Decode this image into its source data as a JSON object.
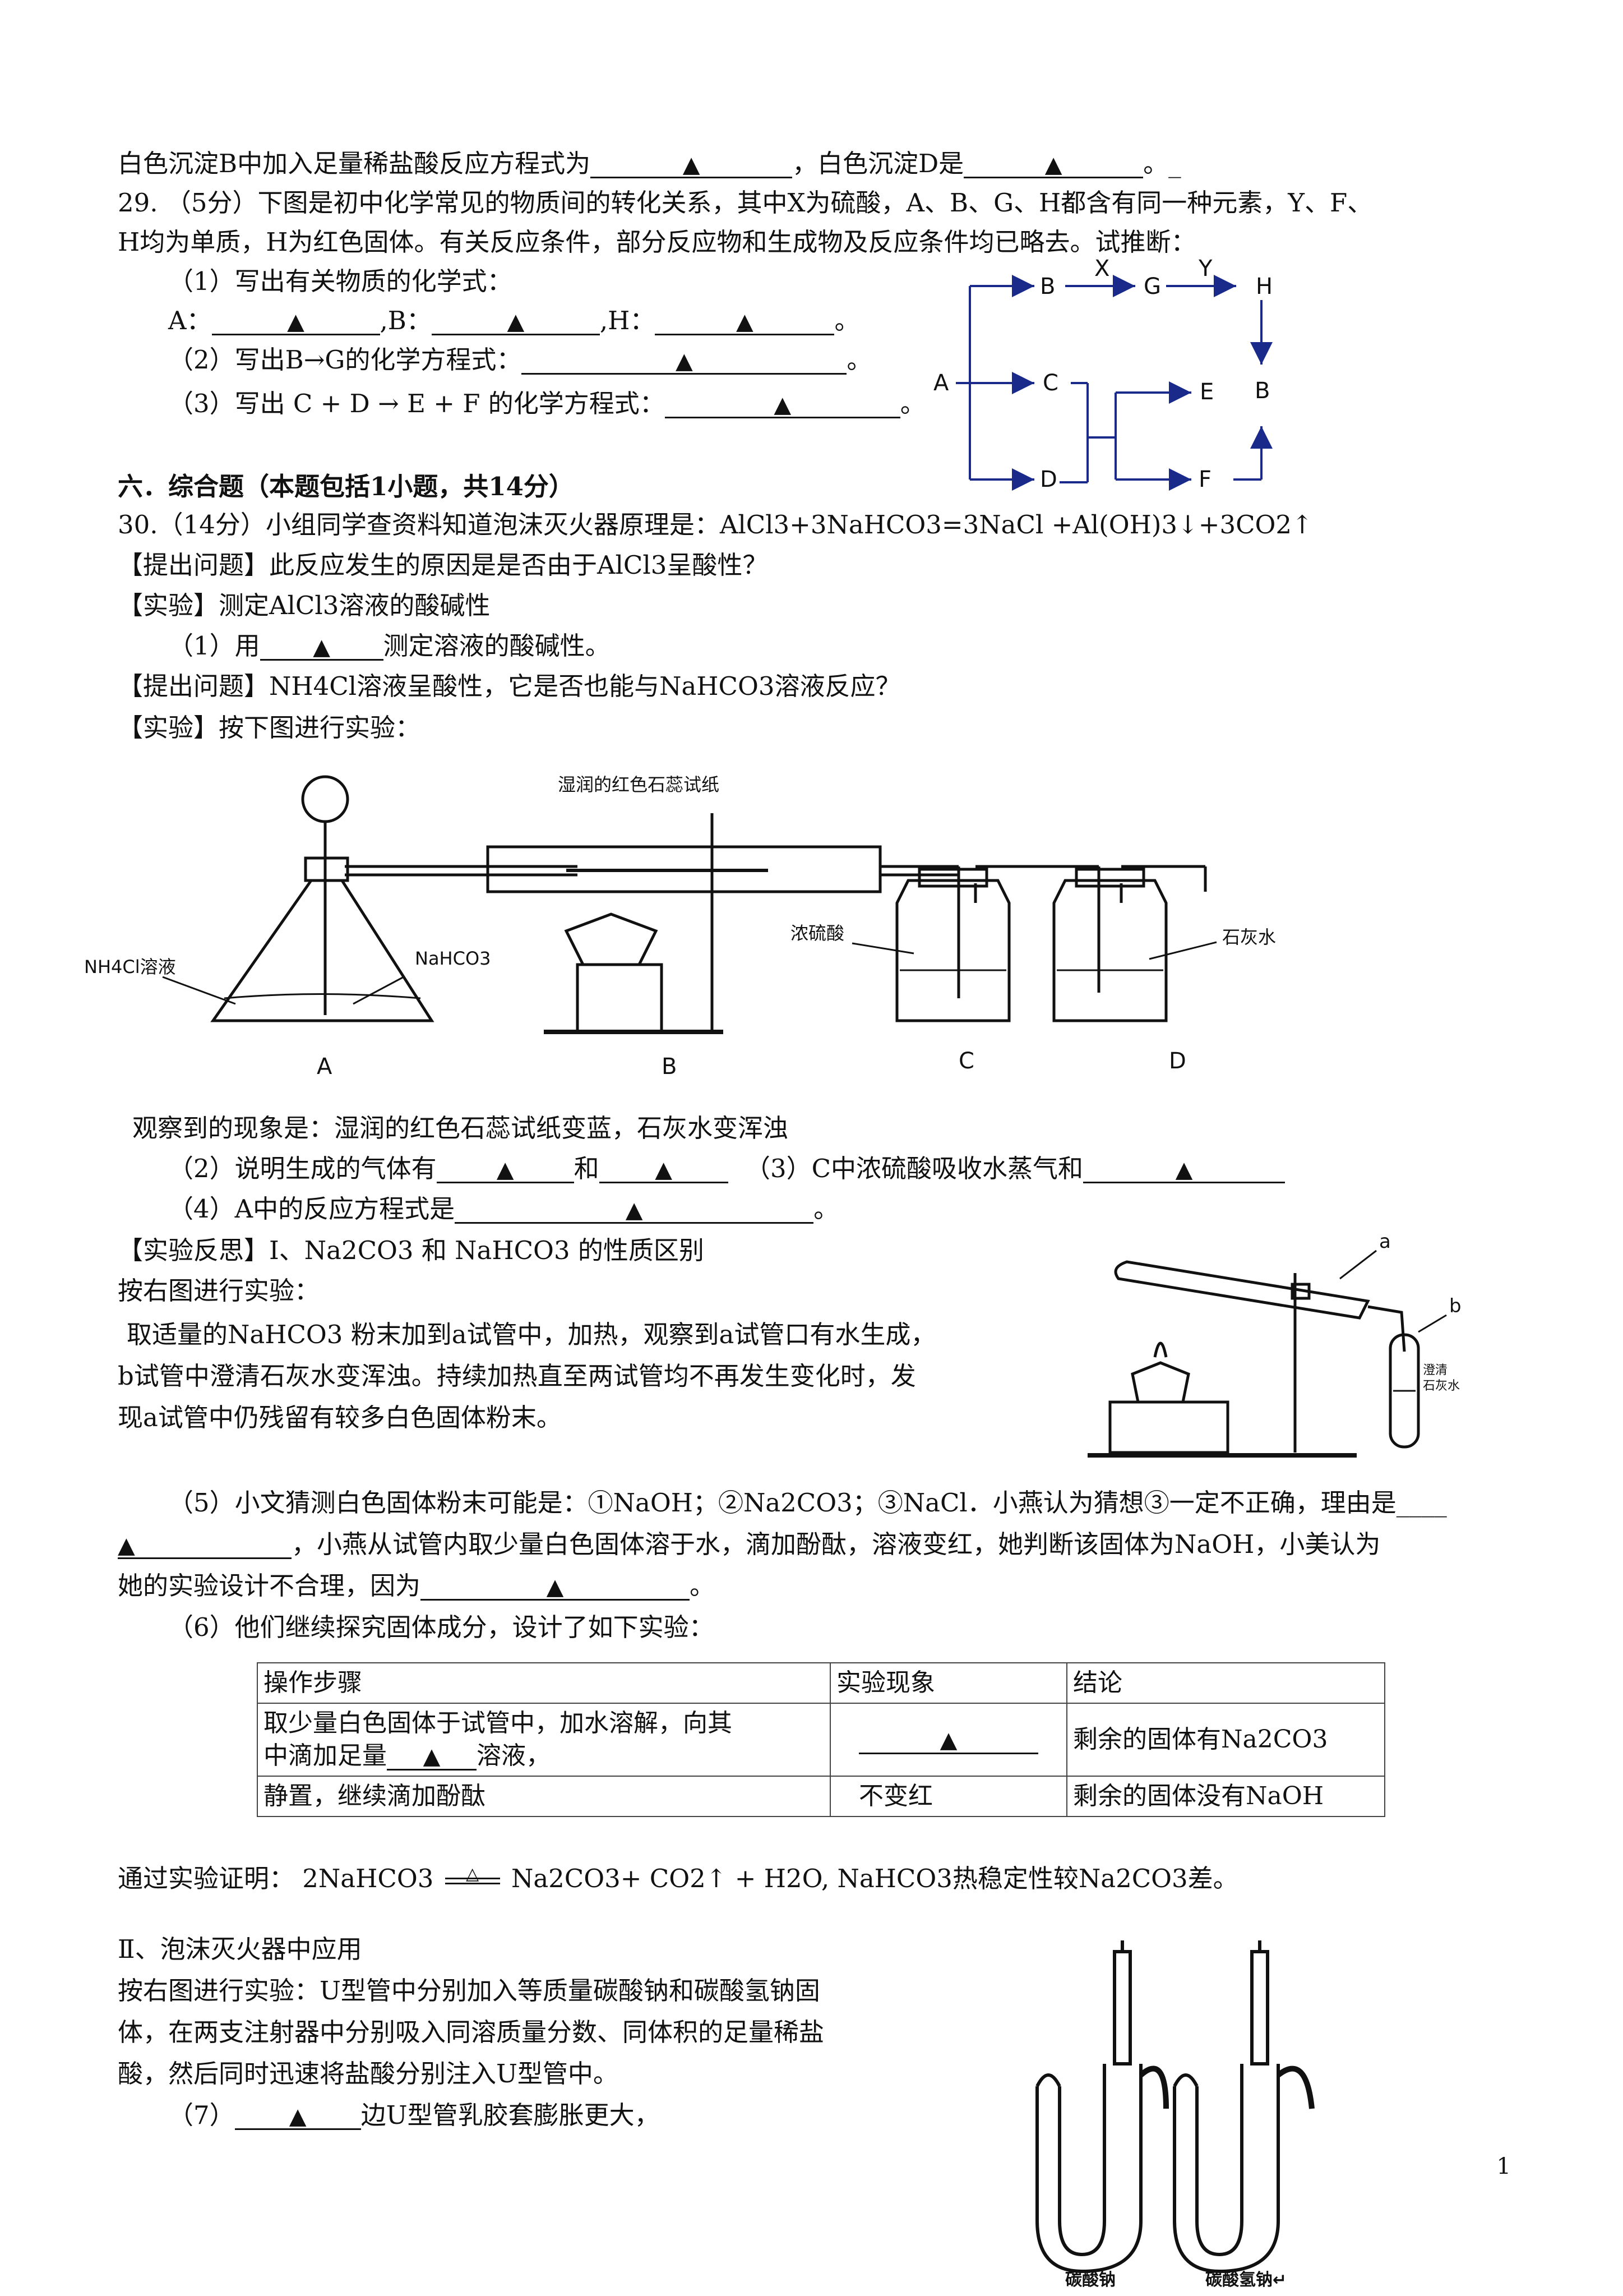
{
  "lines": {
    "l1a": "白色沉淀B中加入足量稀盐酸反应方程式为",
    "l1b": "，白色沉淀D是",
    "l1c": "。_",
    "q29a": "29. （5分）下图是初中化学常见的物质间的转化关系，其中X为硫酸，A、B、G、H都含有同一种元素，Y、F、",
    "q29b": "H均为单质，H为红色固体。有关反应条件，部分反应物和生成物及反应条件均已略去。试推断：",
    "q29_1": "（1）写出有关物质的化学式：",
    "q29_A": "A：",
    "q29_B": ",B：",
    "q29_H": ",H：",
    "q29_end": "。",
    "q29_2": "（2）写出B→G的化学方程式：",
    "q29_3": "（3）写出 C + D → E + F 的化学方程式：",
    "sec6": "六．综合题（本题包括1小题，共14分）",
    "q30": "30.（14分）小组同学查资料知道泡沫灭火器原理是：AlCl3+3NaHCO3=3NaCl +Al(OH)3↓+3CO2↑",
    "ask1": "【提出问题】此反应发生的原因是是否由于AlCl3呈酸性？",
    "exp1": "【实验】测定AlCl3溶液的酸碱性",
    "q1a": "（1）用",
    "q1b": "测定溶液的酸碱性。",
    "ask2": "【提出问题】NH4Cl溶液呈酸性，它是否也能与NaHCO3溶液反应？",
    "exp2": "【实验】按下图进行实验：",
    "obs": "观察到的现象是：湿润的红色石蕊试纸变蓝，石灰水变浑浊",
    "q2a": "（2）说明生成的气体有",
    "q2b": "和",
    "q3": "（3）C中浓硫酸吸收水蒸气和",
    "q4a": "（4）A中的反应方程式是",
    "q4b": "。",
    "refl": "【实验反思】Ⅰ、Na2CO3 和 NaHCO3 的性质区别",
    "right": "按右图进行实验：",
    "p1": "取适量的NaHCO3 粉末加到a试管中，加热，观察到a试管口有水生成，",
    "p2": "b试管中澄清石灰水变浑浊。持续加热直至两试管均不再发生变化时，发",
    "p3": "现a试管中仍残留有较多白色固体粉末。",
    "q5a": "（5）小文猜测白色固体粉末可能是：①NaOH；②Na2CO3；③NaCl．小燕认为猜想③一定不正确，理由是____",
    "q5b": "，小燕从试管内取少量白色固体溶于水，滴加酚酞，溶液变红，她判断该固体为NaOH，小美认为",
    "q5c": "她的实验设计不合理，因为",
    "q5d": "。",
    "q6": "（6）他们继续探究固体成分，设计了如下实验：",
    "proof_a": "通过实验证明：  2NaHCO3",
    "proof_b": "Na2CO3+  CO2↑ + H2O, NaHCO3热稳定性较Na2CO3差。",
    "s2": "Ⅱ、泡沫灭火器中应用",
    "s2p1": "按右图进行实验：U型管中分别加入等质量碳酸钠和碳酸氢钠固",
    "s2p2": "体，在两支注射器中分别吸入同溶质量分数、同体积的足量稀盐",
    "s2p3": "酸，然后同时迅速将盐酸分别注入U型管中。",
    "q7a": "（7）",
    "q7b": "边U型管乳胶套膨胀更大，"
  },
  "triangle": "▲",
  "delta": "△",
  "page_number": "1",
  "table": {
    "headers": [
      "操作步骤",
      "实验现象",
      "结论"
    ],
    "row1_step_a": "取少量白色固体于试管中，加水溶解，向其",
    "row1_step_b": "中滴加足量",
    "row1_step_c": "溶液，",
    "row1_result": "剩余的固体有Na2CO3",
    "row2_step": "静置，继续滴加酚酞",
    "row2_obs": "不变红",
    "row2_result": "剩余的固体没有NaOH"
  },
  "diagram": {
    "A": "A",
    "B": "B",
    "C": "C",
    "D": "D",
    "E": "E",
    "F": "F",
    "G": "G",
    "H": "H",
    "X": "X",
    "Y": "Y",
    "B2": "B"
  },
  "apparatus": {
    "litmus": "湿润的红色石蕊试纸",
    "nh4cl": "NH4Cl溶液",
    "nahco3": "NaHCO3",
    "h2so4": "浓硫酸",
    "limewater": "石灰水",
    "A": "A",
    "B": "B",
    "C": "C",
    "D": "D"
  },
  "tube": {
    "a": "a",
    "b": "b",
    "clear1": "澄清",
    "clear2": "石灰水"
  },
  "utube": {
    "left": "碳酸钠",
    "right": "碳酸氢钠↵"
  }
}
